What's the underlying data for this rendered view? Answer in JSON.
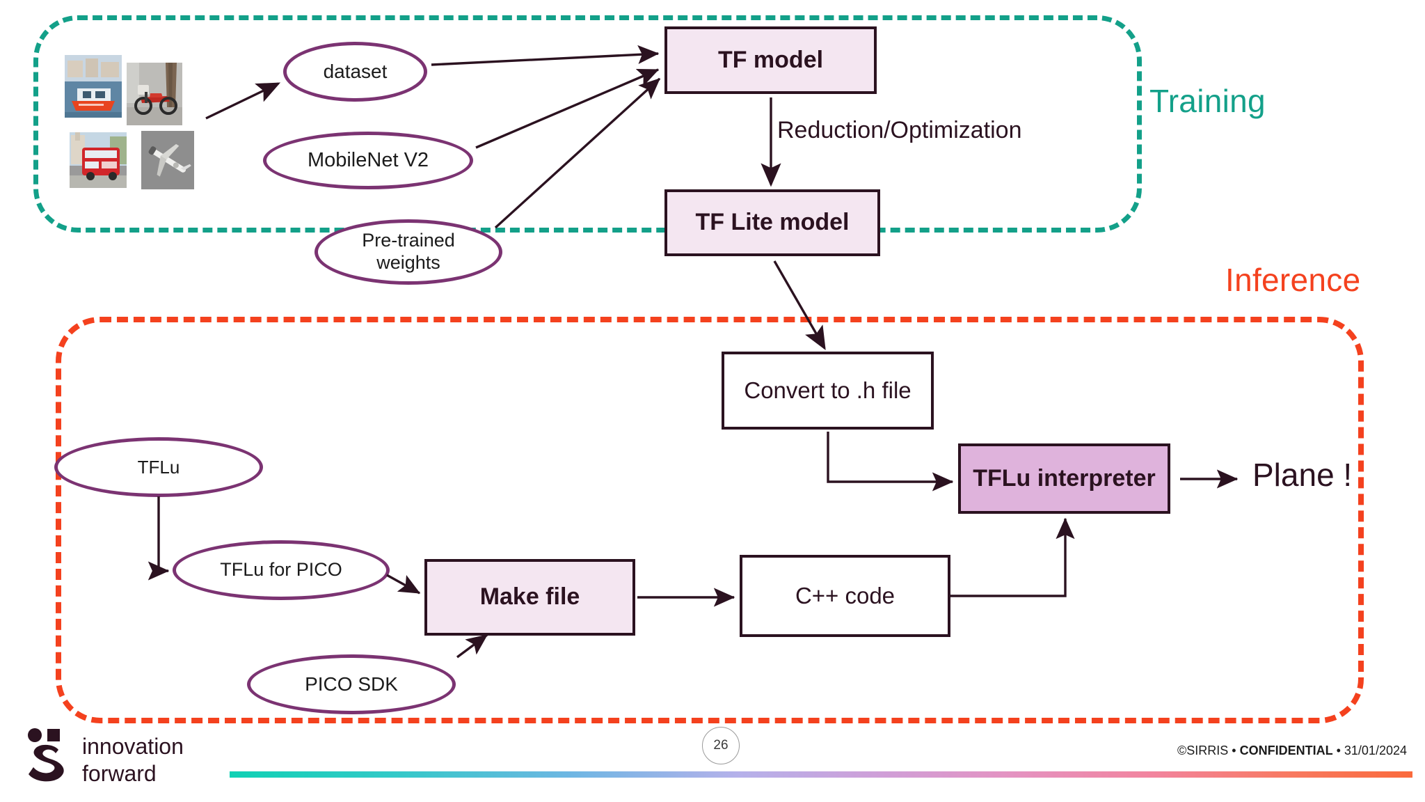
{
  "regions": {
    "training": {
      "label": "Training",
      "color": "#13a089"
    },
    "inference": {
      "label": "Inference",
      "color": "#f4411e"
    }
  },
  "nodes": {
    "dataset": "dataset",
    "mobilenet": "MobileNet V2",
    "pretrained_weights": "Pre-trained\nweights",
    "tf_model": "TF model",
    "tflite_model": "TF Lite model",
    "convert_to_h": "Convert to .h file",
    "tflu_interpreter": "TFLu interpreter",
    "tflu": "TFLu",
    "tflu_for_pico": "TFLu for PICO",
    "pico_sdk": "PICO SDK",
    "make_file": "Make file",
    "cpp_code": "C++ code",
    "result": "Plane !"
  },
  "edges": {
    "reduction_optimization": "Reduction/Optimization"
  },
  "thumbnails": [
    {
      "name": "boat-thumbnail",
      "subject": "boat"
    },
    {
      "name": "motorcycle-thumbnail",
      "subject": "motorcycle"
    },
    {
      "name": "bus-thumbnail",
      "subject": "bus"
    },
    {
      "name": "plane-thumbnail",
      "subject": "plane"
    }
  ],
  "footer": {
    "logo_text": "innovation\nforward",
    "page_number": "26",
    "credit_copyright": "©SIRRIS • ",
    "credit_confidential": "CONFIDENTIAL",
    "credit_date": " • 31/01/2024"
  },
  "colors": {
    "box_fill_light": "#f4e6f1",
    "box_fill_strong": "#dfb3dc",
    "box_border": "#2b1220",
    "ellipse_border": "#7b3372",
    "training": "#13a089",
    "inference": "#f4411e"
  }
}
